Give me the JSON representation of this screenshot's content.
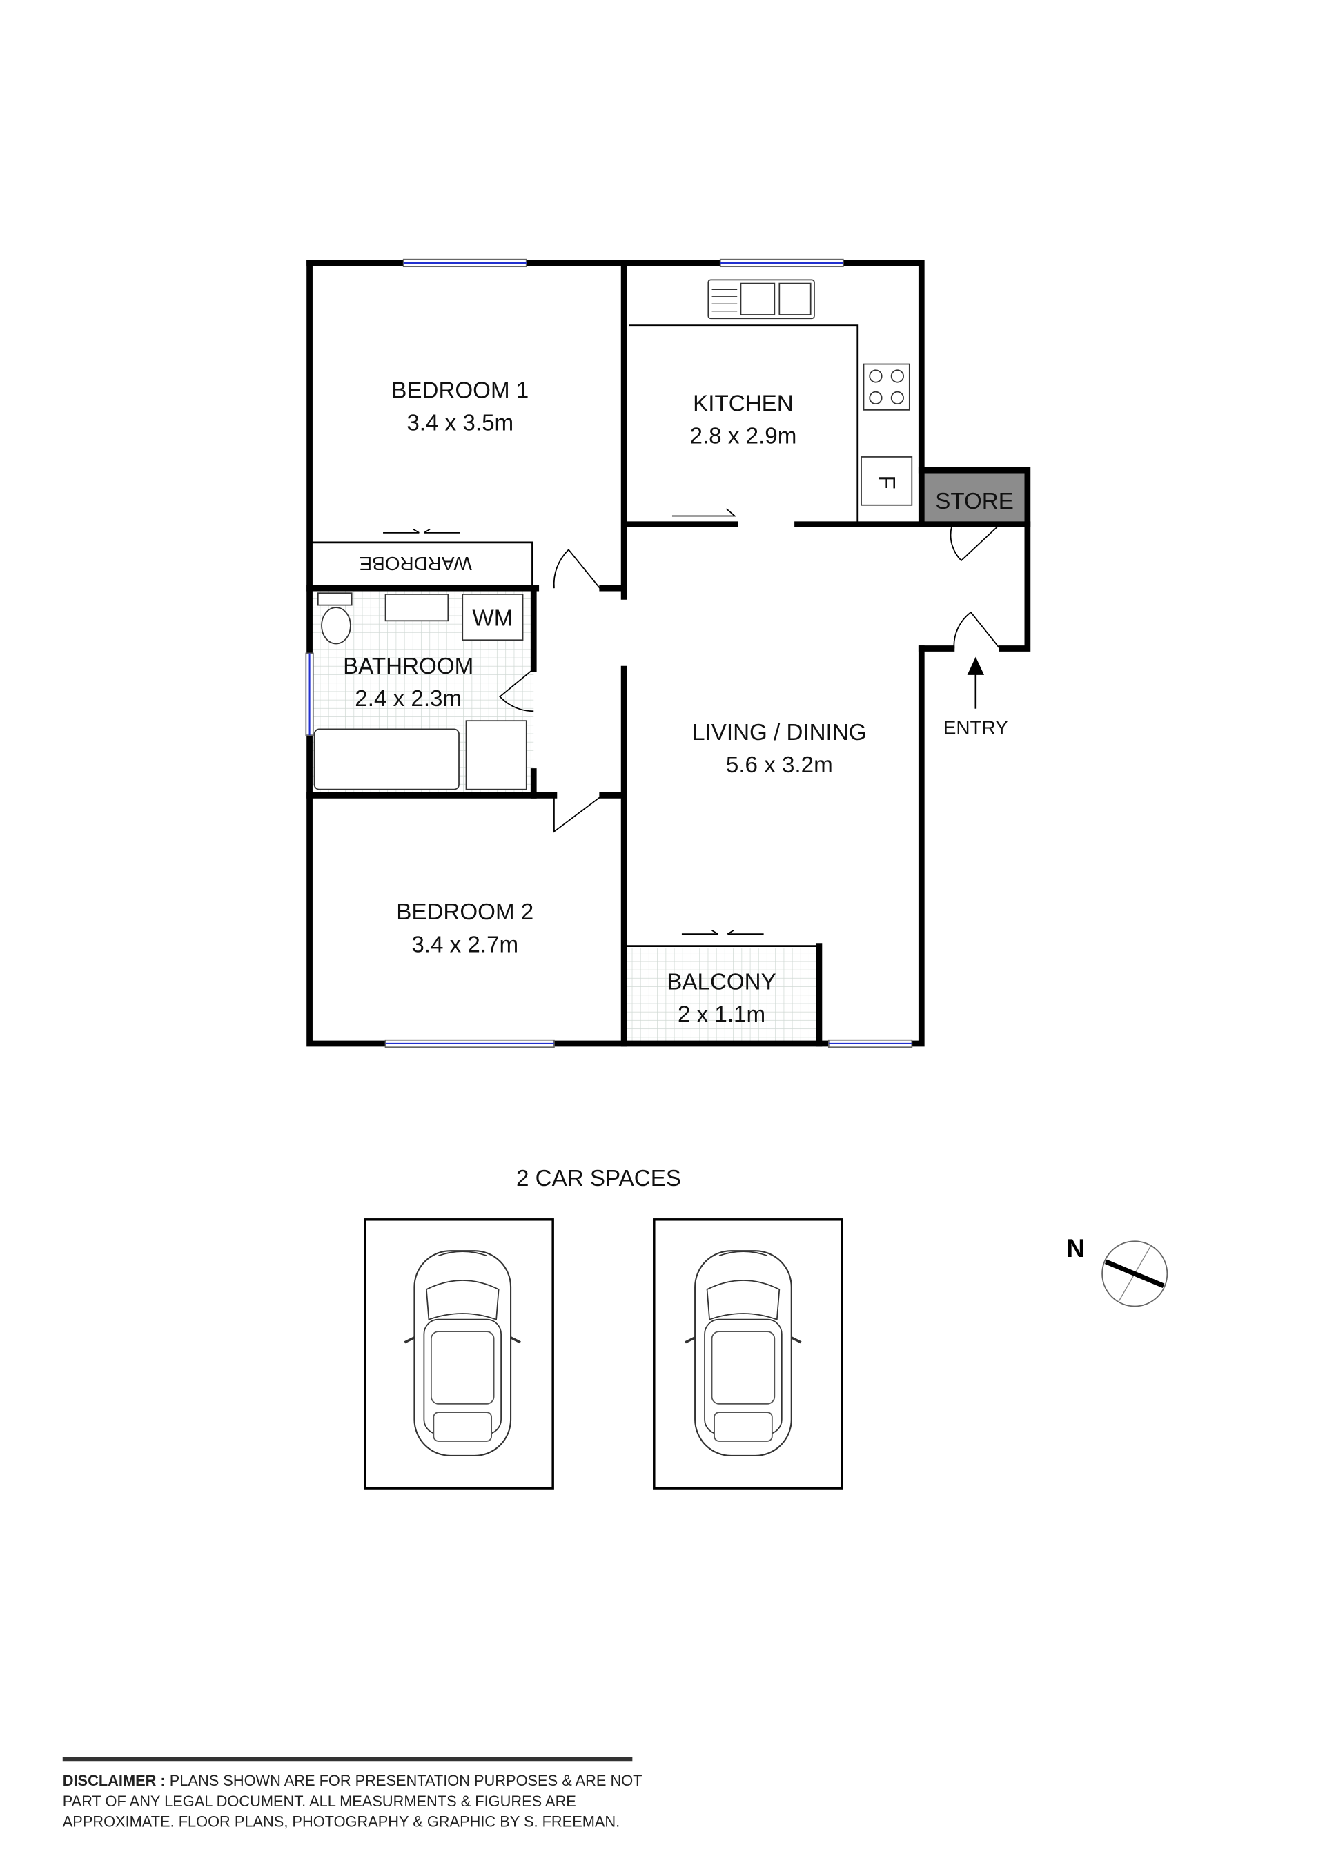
{
  "rooms": {
    "bedroom1": {
      "name": "BEDROOM 1",
      "size": "3.4 x 3.5m"
    },
    "kitchen": {
      "name": "KITCHEN",
      "size": "2.8 x 2.9m"
    },
    "bathroom": {
      "name": "BATHROOM",
      "size": "2.4 x 2.3m"
    },
    "living": {
      "name": "LIVING / DINING",
      "size": "5.6 x 3.2m"
    },
    "bedroom2": {
      "name": "BEDROOM 2",
      "size": "3.4 x 2.7m"
    },
    "balcony": {
      "name": "BALCONY",
      "size": "2 x 1.1m"
    },
    "store": {
      "name": "STORE"
    },
    "wardrobe": {
      "name": "WARDROBE"
    }
  },
  "fixtures": {
    "washing_machine": "WM",
    "fridge": "F"
  },
  "entry_label": "ENTRY",
  "parking": {
    "label": "2 CAR SPACES"
  },
  "compass": {
    "label": "N"
  },
  "disclaimer": {
    "heading": "DISCLAIMER :",
    "line1": " PLANS SHOWN ARE FOR PRESENTATION PURPOSES & ARE NOT",
    "line2": "PART OF ANY LEGAL DOCUMENT. ALL MEASURMENTS & FIGURES ARE",
    "line3": "APPROXIMATE. FLOOR PLANS, PHOTOGRAPHY & GRAPHIC BY  S. FREEMAN."
  },
  "colors": {
    "wall": "#000000",
    "store_fill": "#8c8c8c",
    "window": "#2230d0",
    "tile": "#dfe6e2"
  }
}
